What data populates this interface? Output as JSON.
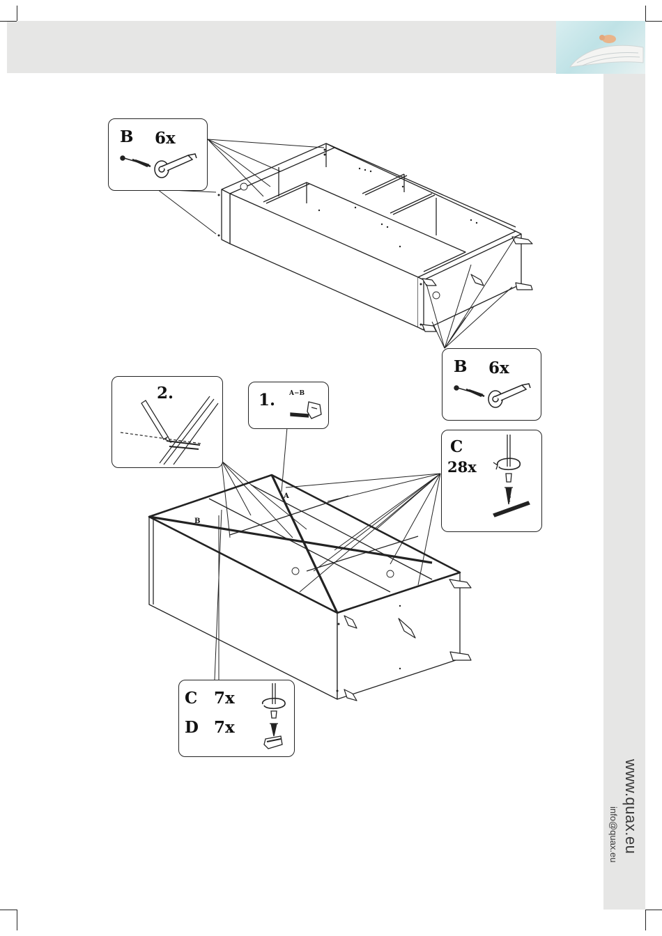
{
  "sidebar": {
    "url": "www.quax.eu",
    "email": "info@quax.eu"
  },
  "header": {
    "image": "baby-on-wing-illustration"
  },
  "callouts": {
    "top_b": {
      "letter": "B",
      "qty": "6x"
    },
    "right_b": {
      "letter": "B",
      "qty": "6x"
    },
    "step2": {
      "label": "2."
    },
    "step1": {
      "label": "1.",
      "measure": "A−B"
    },
    "c28": {
      "letter": "C",
      "qty": "28x"
    },
    "cd": {
      "c_letter": "C",
      "c_qty": "7x",
      "d_letter": "D",
      "d_qty": "7x"
    }
  },
  "diagram": {
    "diag_a": "A",
    "diag_b": "B"
  },
  "icons": [
    "cam-bolt-icon",
    "hex-key-icon",
    "screw-icon",
    "pencil-icon",
    "tape-measure-icon",
    "rotate-arrow-icon",
    "bracket-icon"
  ]
}
